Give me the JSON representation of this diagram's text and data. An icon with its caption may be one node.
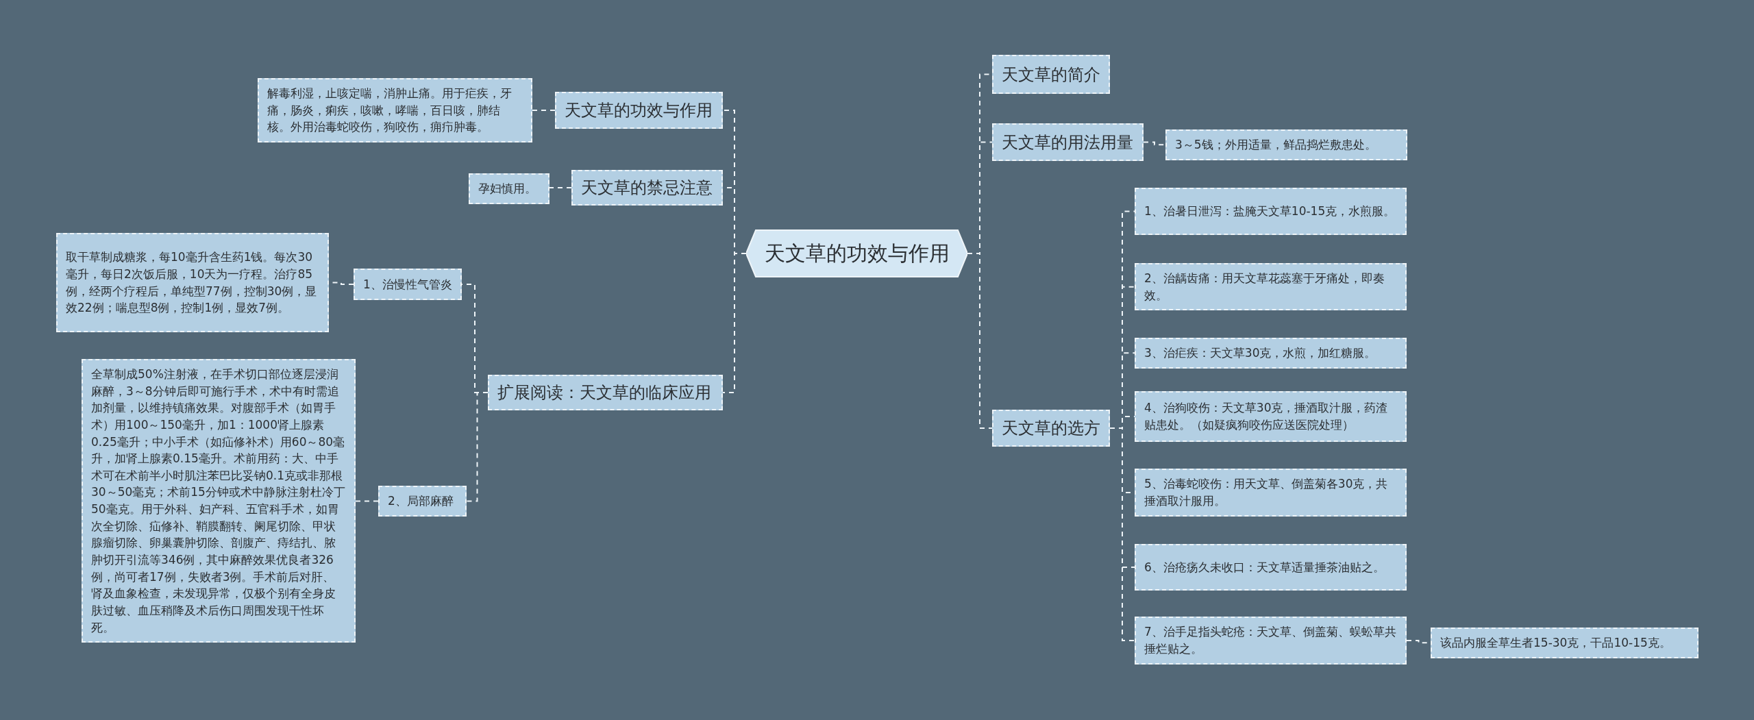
{
  "diagram": {
    "nodes": [
      {
        "text": [
          "天文草的功效与作用"
        ]
      },
      {
        "text": [
          "天文草的功效与作用"
        ]
      },
      {
        "text": [
          "解毒利湿，止咳定喘，消肿止痛。用于疟疾，牙痛，肠炎，痢疾，咳嗽，哮喘，百日咳，肺结核。外用治毒蛇咬伤，狗咬伤，痈疖肿毒。"
        ]
      },
      {
        "text": [
          "天文草的禁忌注意"
        ]
      },
      {
        "text": [
          "孕妇慎用。"
        ]
      },
      {
        "text": [
          "扩展阅读：天文草的临床应用"
        ]
      },
      {
        "text": [
          "1、治慢性气管炎"
        ]
      },
      {
        "text": [
          "取干草制成糖浆，每10毫升含生药1钱。每次30毫升，每日2次饭后服，10天为一疗程。治疗85例，经两个疗程后，单纯型77例，控制30例，显效22例；喘息型8例，控制1例，显效7例。"
        ]
      },
      {
        "text": [
          "2、局部麻醉"
        ]
      },
      {
        "text": [
          "全草制成50%注射液，在手术切口部位逐层浸润麻醉，3～8分钟后即可施行手术，术中有时需追加剂量，以维持镇痛效果。对腹部手术（如胃手术）用100～150毫升，加1：1000肾上腺素0.25毫升；中小手术（如疝修补术）用60～80毫升，加肾上腺素0.15毫升。术前用药：大、中手术可在术前半小时肌注苯巴比妥钠0.1克或非那根30～50毫克；术前15分钟或术中静脉注射杜冷丁50毫克。用于外科、妇产科、五官科手术，如胃次全切除、疝修补、鞘膜翻转、阑尾切除、甲状腺瘤切除、卵巢囊肿切除、剖腹产、痔结扎、脓肿切开引流等346例，其中麻醉效果优良者326例，尚可者17例，失败者3例。手术前后对肝、肾及血象检查，未发现异常，仅极个别有全身皮肤过敏、血压稍降及术后伤口周围发现干性坏死。"
        ]
      },
      {
        "text": [
          "天文草的简介"
        ]
      },
      {
        "text": [
          "天文草的用法用量"
        ]
      },
      {
        "text": [
          "3～5钱；外用适量，鲜品捣烂敷患处。"
        ]
      },
      {
        "text": [
          "天文草的选方"
        ]
      },
      {
        "text": [
          "1、治暑日泄泻：盐腌天文草10-15克，水煎服。"
        ]
      },
      {
        "text": [
          "2、治龋齿痛：用天文草花蕊塞于牙痛处，即奏效。"
        ]
      },
      {
        "text": [
          "3、治疟疾：天文草30克，水煎，加红糖服。"
        ]
      },
      {
        "text": [
          "4、治狗咬伤：天文草30克，捶酒取汁服，药渣贴患处。（如疑疯狗咬伤应送医院处理）"
        ]
      },
      {
        "text": [
          "5、治毒蛇咬伤：用天文草、倒盖菊各30克，共捶酒取汁服用。"
        ]
      },
      {
        "text": [
          "6、治疮疡久未收口：天文草适量捶茶油贴之。"
        ]
      },
      {
        "text": [
          "7、治手足指头蛇疮：天文草、倒盖菊、蜈蚣草共捶烂贴之。"
        ]
      },
      {
        "text": [
          "该品内服全草生者15-30克，干品10-15克。"
        ]
      }
    ],
    "edges": [
      {
        "from": 0,
        "to": 1,
        "arrow": "none",
        "style": "dashed"
      },
      {
        "from": 1,
        "to": 2,
        "arrow": "none",
        "style": "dashed"
      },
      {
        "from": 0,
        "to": 3,
        "arrow": "none",
        "style": "dashed"
      },
      {
        "from": 3,
        "to": 4,
        "arrow": "none",
        "style": "dashed"
      },
      {
        "from": 0,
        "to": 5,
        "arrow": "none",
        "style": "dashed"
      },
      {
        "from": 5,
        "to": 6,
        "arrow": "none",
        "style": "dashed"
      },
      {
        "from": 6,
        "to": 7,
        "arrow": "none",
        "style": "dashed"
      },
      {
        "from": 5,
        "to": 8,
        "arrow": "none",
        "style": "dashed"
      },
      {
        "from": 8,
        "to": 9,
        "arrow": "none",
        "style": "dashed"
      },
      {
        "from": 0,
        "to": 10,
        "arrow": "none",
        "style": "dashed"
      },
      {
        "from": 0,
        "to": 11,
        "arrow": "none",
        "style": "dashed"
      },
      {
        "from": 11,
        "to": 12,
        "arrow": "none",
        "style": "dashed"
      },
      {
        "from": 0,
        "to": 13,
        "arrow": "none",
        "style": "dashed"
      },
      {
        "from": 13,
        "to": 14,
        "arrow": "none",
        "style": "dashed"
      },
      {
        "from": 13,
        "to": 15,
        "arrow": "none",
        "style": "dashed"
      },
      {
        "from": 13,
        "to": 16,
        "arrow": "none",
        "style": "dashed"
      },
      {
        "from": 13,
        "to": 17,
        "arrow": "none",
        "style": "dashed"
      },
      {
        "from": 13,
        "to": 18,
        "arrow": "none",
        "style": "dashed"
      },
      {
        "from": 13,
        "to": 19,
        "arrow": "none",
        "style": "dashed"
      },
      {
        "from": 13,
        "to": 20,
        "arrow": "none",
        "style": "dashed"
      },
      {
        "from": 20,
        "to": 21,
        "arrow": "none",
        "style": "dashed"
      }
    ]
  }
}
